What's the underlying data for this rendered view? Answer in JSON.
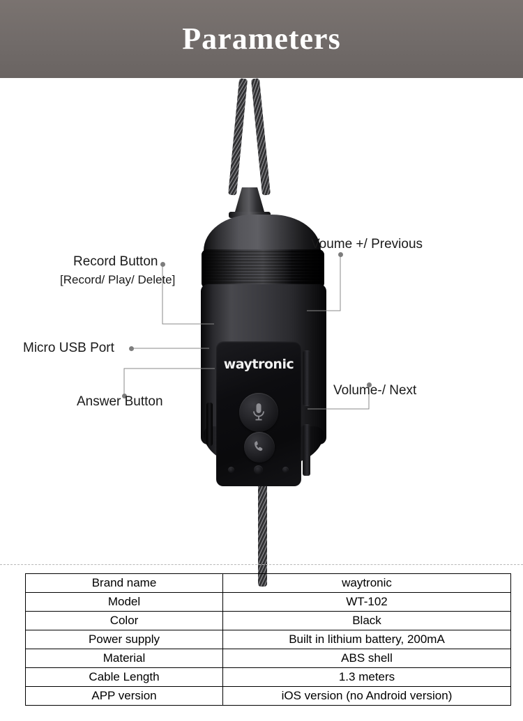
{
  "header": {
    "title": "Parameters",
    "background_color": "#716b69",
    "text_color": "#ffffff"
  },
  "product": {
    "brand_logo": "waytronic",
    "device_color": "#0d0d10",
    "buttons": [
      {
        "name": "record-button",
        "icon": "microphone-icon"
      },
      {
        "name": "answer-button",
        "icon": "phone-handset-icon"
      }
    ]
  },
  "callouts": {
    "record": {
      "label": "Record Button",
      "sub_label": "[Record/ Play/ Delete]"
    },
    "micro_usb": {
      "label": "Micro USB Port"
    },
    "answer": {
      "label": "Answer Button"
    },
    "volume_up": {
      "label": "Voume +/ Previous"
    },
    "volume_down": {
      "label": "Volume-/ Next"
    },
    "line_color": "#8a8a8a",
    "dot_color": "#7d7d7d"
  },
  "spec_table": {
    "rows": [
      {
        "key": "Brand name",
        "value": "waytronic"
      },
      {
        "key": "Model",
        "value": "WT-102"
      },
      {
        "key": "Color",
        "value": "Black"
      },
      {
        "key": "Power supply",
        "value": "Built in lithium battery, 200mA"
      },
      {
        "key": "Material",
        "value": "ABS shell"
      },
      {
        "key": "Cable Length",
        "value": "1.3 meters"
      },
      {
        "key": "APP version",
        "value": "iOS version (no Android version)"
      }
    ]
  }
}
